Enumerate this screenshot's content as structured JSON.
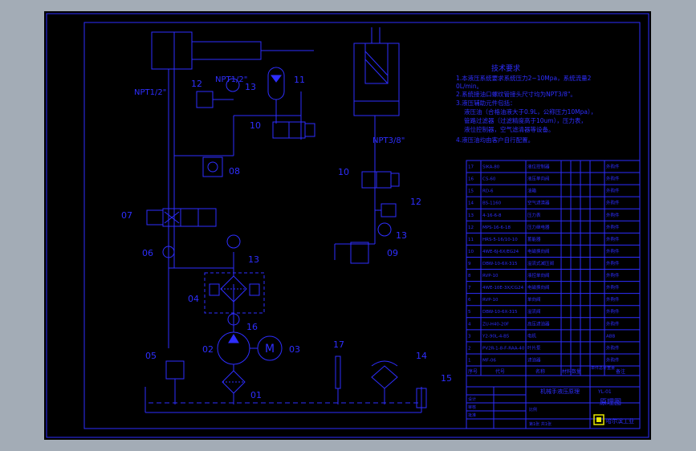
{
  "labels": {
    "npt_left": "NPT1/2\"",
    "npt_top": "NPT1/2\"",
    "npt_right": "NPT3/8\"",
    "n01": "01",
    "n02": "02",
    "n03": "03",
    "n04": "04",
    "n05": "05",
    "n06": "06",
    "n07": "07",
    "n08": "08",
    "n09": "09",
    "n10a": "10",
    "n10b": "10",
    "n11": "11",
    "n12a": "12",
    "n12b": "12",
    "n13a": "13",
    "n13b": "13",
    "n13c": "13",
    "n14": "14",
    "n15": "15",
    "n16": "16",
    "n17": "17",
    "motor": "M"
  },
  "tech": {
    "title": "技术要求",
    "line1": "1.本液压系统要求系统压力2~10Mpa，系统流量2",
    "line1b": "0L/min。",
    "line2": "2.系统接油口螺纹管接头尺寸均为NPT3/8\"。",
    "line3": "3.液压辅助元件包括：",
    "line4": "液压油（合格油液大于0.9L，公称压力10Mpa），",
    "line5": "管路过滤器（过滤精度高于10um），压力表，",
    "line6": "液位控制器，空气滤清器等设备。",
    "line7": "4.液压油均由客户自行配置。"
  },
  "bom": [
    {
      "no": "17",
      "code": "SIKA-80",
      "name": "液位控制器",
      "material": "",
      "qty": "",
      "note": "外购件"
    },
    {
      "no": "16",
      "code": "CS-60",
      "name": "液压单向阀",
      "material": "",
      "qty": "",
      "note": "外购件"
    },
    {
      "no": "15",
      "code": "RD-6",
      "name": "油箱",
      "material": "",
      "qty": "",
      "note": "外购件"
    },
    {
      "no": "14",
      "code": "BS-1160",
      "name": "空气滤清器",
      "material": "",
      "qty": "",
      "note": "外购件"
    },
    {
      "no": "13",
      "code": "4-16-6-8",
      "name": "压力表",
      "material": "",
      "qty": "",
      "note": "外购件"
    },
    {
      "no": "12",
      "code": "MPS-16-6-18",
      "name": "压力继电器",
      "material": "",
      "qty": "",
      "note": "外购件"
    },
    {
      "no": "11",
      "code": "HRS-5-16/10-10",
      "name": "蓄能器",
      "material": "",
      "qty": "",
      "note": "外购件"
    },
    {
      "no": "10",
      "code": "4WE-6J-6X/EG24",
      "name": "电磁换向阀",
      "material": "",
      "qty": "",
      "note": "外购件"
    },
    {
      "no": "9",
      "code": "DBW-10-6X-315",
      "name": "溢流式减压阀",
      "material": "",
      "qty": "",
      "note": "外购件"
    },
    {
      "no": "8",
      "code": "RVP-10",
      "name": "液控单向阀",
      "material": "",
      "qty": "",
      "note": "外购件"
    },
    {
      "no": "7",
      "code": "4WE-10E-3X/CG24",
      "name": "电磁换向阀",
      "material": "",
      "qty": "",
      "note": "外购件"
    },
    {
      "no": "6",
      "code": "RVP-10",
      "name": "单向阀",
      "material": "",
      "qty": "",
      "note": "外购件"
    },
    {
      "no": "5",
      "code": "DBW-10-6X-315",
      "name": "溢流阀",
      "material": "",
      "qty": "",
      "note": "外购件"
    },
    {
      "no": "4",
      "code": "ZU-H40-20F",
      "name": "高压滤油器",
      "material": "",
      "qty": "",
      "note": "外购件"
    },
    {
      "no": "3",
      "code": "Y2-90L-4-B5",
      "name": "电机",
      "material": "",
      "qty": "",
      "note": "ABB"
    },
    {
      "no": "2",
      "code": "PV2R-1-8-F-RAA-40",
      "name": "叶片泵",
      "material": "",
      "qty": "",
      "note": "外购件"
    },
    {
      "no": "1",
      "code": "MF-06",
      "name": "滤油器",
      "material": "",
      "qty": "",
      "note": "外购件"
    }
  ],
  "bom_header": {
    "no": "序号",
    "code": "代号",
    "name": "名称",
    "material": "材料",
    "qty": "数量",
    "weight": "单件总计重量",
    "note": "备注"
  },
  "title_block": {
    "project": "机械手液压原理",
    "drawing": "原理图",
    "drawing_no": "YL-01",
    "company": "哈尔滨工业",
    "scale_label": "比例",
    "designer": "设计",
    "checker": "审核",
    "approver": "批准",
    "sheet_label": "第1张 共1张"
  },
  "colors": {
    "background": "#000000",
    "line": "#2e2eff",
    "border": "#2e2eff",
    "highlight": "#e6e600",
    "window": "#a3acb6"
  }
}
